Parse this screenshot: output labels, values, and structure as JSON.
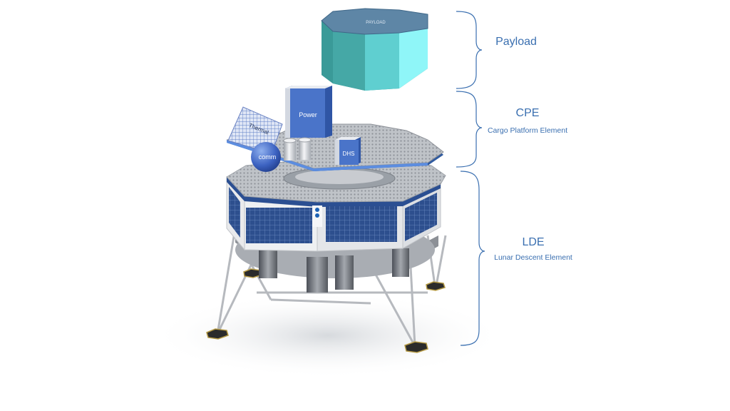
{
  "modules": {
    "payload": {
      "box_label": "PAYLOAD",
      "name": "Payload"
    },
    "cpe": {
      "name": "CPE",
      "full_name": "Cargo Platform Element"
    },
    "lde": {
      "name": "LDE",
      "full_name": "Lunar Descent Element"
    }
  },
  "components": {
    "power": "Power",
    "thermal": "Thermal",
    "comm": "comm",
    "dhs": "DHS"
  },
  "colors": {
    "label_blue": "#3a6fb0",
    "box_blue": "#4a74c9",
    "payload_teal": "#3a9a98",
    "payload_cyan": "#8ff6f8",
    "payload_top": "#5e86a6"
  }
}
